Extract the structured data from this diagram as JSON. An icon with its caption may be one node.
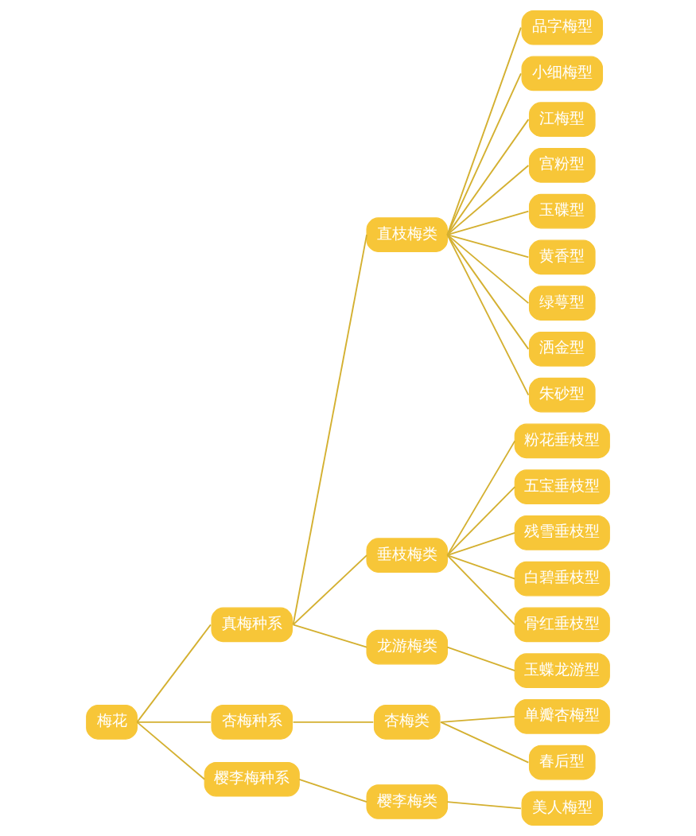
{
  "diagram": {
    "nodes": [
      {
        "text": [
          "梅花"
        ]
      },
      {
        "text": [
          "真梅种系"
        ]
      },
      {
        "text": [
          "杏梅种系"
        ]
      },
      {
        "text": [
          "樱李梅种系"
        ]
      },
      {
        "text": [
          "直枝梅类"
        ]
      },
      {
        "text": [
          "垂枝梅类"
        ]
      },
      {
        "text": [
          "龙游梅类"
        ]
      },
      {
        "text": [
          "品字梅型"
        ]
      },
      {
        "text": [
          "小细梅型"
        ]
      },
      {
        "text": [
          "江梅型"
        ]
      },
      {
        "text": [
          "宫粉型"
        ]
      },
      {
        "text": [
          "玉碟型"
        ]
      },
      {
        "text": [
          "黄香型"
        ]
      },
      {
        "text": [
          "绿萼型"
        ]
      },
      {
        "text": [
          "洒金型"
        ]
      },
      {
        "text": [
          "朱砂型"
        ]
      },
      {
        "text": [
          "粉花垂枝型"
        ]
      },
      {
        "text": [
          "五宝垂枝型"
        ]
      },
      {
        "text": [
          "残雪垂枝型"
        ]
      },
      {
        "text": [
          "白碧垂枝型"
        ]
      },
      {
        "text": [
          "骨红垂枝型"
        ]
      },
      {
        "text": [
          "玉蝶龙游型"
        ]
      },
      {
        "text": [
          "杏梅类"
        ]
      },
      {
        "text": [
          "单瓣杏梅型"
        ]
      },
      {
        "text": [
          "春后型"
        ]
      },
      {
        "text": [
          "樱李梅类"
        ]
      },
      {
        "text": [
          "美人梅型"
        ]
      }
    ],
    "edges": [
      {
        "from": 0,
        "to": 1,
        "arrow": "none"
      },
      {
        "from": 0,
        "to": 2,
        "arrow": "none"
      },
      {
        "from": 0,
        "to": 3,
        "arrow": "none"
      },
      {
        "from": 1,
        "to": 4,
        "arrow": "none"
      },
      {
        "from": 1,
        "to": 5,
        "arrow": "none"
      },
      {
        "from": 1,
        "to": 6,
        "arrow": "none"
      },
      {
        "from": 4,
        "to": 7,
        "arrow": "none"
      },
      {
        "from": 4,
        "to": 8,
        "arrow": "none"
      },
      {
        "from": 4,
        "to": 9,
        "arrow": "none"
      },
      {
        "from": 4,
        "to": 10,
        "arrow": "none"
      },
      {
        "from": 4,
        "to": 11,
        "arrow": "none"
      },
      {
        "from": 4,
        "to": 12,
        "arrow": "none"
      },
      {
        "from": 4,
        "to": 13,
        "arrow": "none"
      },
      {
        "from": 4,
        "to": 14,
        "arrow": "none"
      },
      {
        "from": 4,
        "to": 15,
        "arrow": "none"
      },
      {
        "from": 5,
        "to": 16,
        "arrow": "none"
      },
      {
        "from": 5,
        "to": 17,
        "arrow": "none"
      },
      {
        "from": 5,
        "to": 18,
        "arrow": "none"
      },
      {
        "from": 5,
        "to": 19,
        "arrow": "none"
      },
      {
        "from": 5,
        "to": 20,
        "arrow": "none"
      },
      {
        "from": 6,
        "to": 21,
        "arrow": "none"
      },
      {
        "from": 2,
        "to": 22,
        "arrow": "none"
      },
      {
        "from": 22,
        "to": 23,
        "arrow": "none"
      },
      {
        "from": 22,
        "to": 24,
        "arrow": "none"
      },
      {
        "from": 3,
        "to": 25,
        "arrow": "none"
      },
      {
        "from": 25,
        "to": 26,
        "arrow": "none"
      }
    ]
  }
}
